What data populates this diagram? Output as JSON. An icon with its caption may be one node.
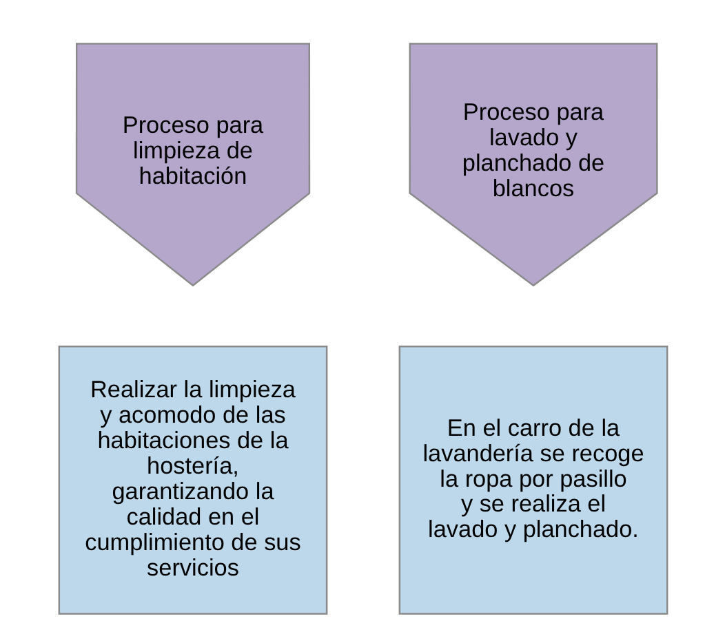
{
  "diagram": {
    "nodes": [
      {
        "text": [
          "Proceso para limpieza de habitación"
        ]
      },
      {
        "text": [
          "Proceso para lavado y planchado de blancos"
        ]
      },
      {
        "text": [
          "Realizar la limpieza y acomodo de las habitaciones de la hostería, garantizando la calidad en el cumplimiento de sus servicios"
        ]
      },
      {
        "text": [
          "En el carro de la lavandería se recoge la ropa por pasillo y se realiza el lavado y planchado."
        ]
      }
    ]
  }
}
